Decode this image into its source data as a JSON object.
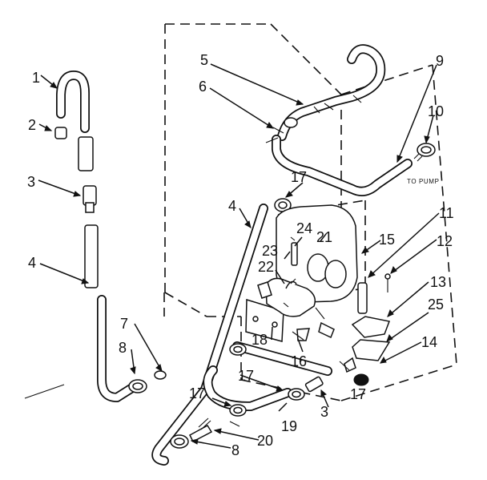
{
  "diagram": {
    "labels": {
      "l1": "1",
      "l2": "2",
      "l3a": "3",
      "l3b": "3",
      "l4a": "4",
      "l4b": "4",
      "l5": "5",
      "l6": "6",
      "l7": "7",
      "l8a": "8",
      "l8b": "8",
      "l9": "9",
      "l10": "10",
      "l11": "11",
      "l12": "12",
      "l13": "13",
      "l14": "14",
      "l15": "15",
      "l16": "16",
      "l17a": "17",
      "l17b": "17",
      "l17c": "17",
      "l17d": "17",
      "l18": "18",
      "l19": "19",
      "l20": "20",
      "l21": "21",
      "l22": "22",
      "l23": "23",
      "l24": "24",
      "l25": "25"
    },
    "to_pump": "TO PUMP"
  }
}
